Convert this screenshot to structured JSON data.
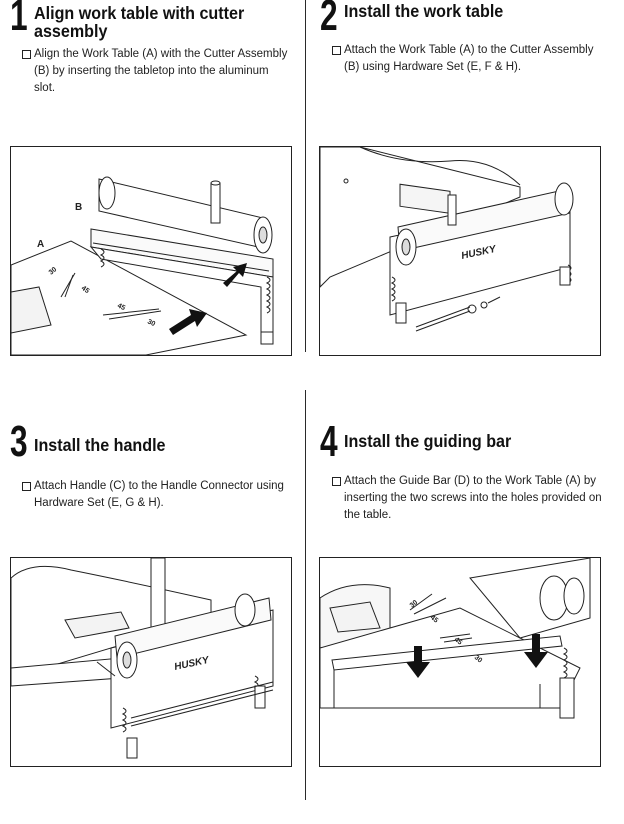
{
  "steps": [
    {
      "number": "1",
      "title": "Align work table with cutter assembly",
      "instruction": "Align the Work Table (A) with the Cutter Assembly (B) by inserting the tabletop into the aluminum slot.",
      "figure": {
        "labels": [
          "A",
          "B"
        ],
        "markings": [
          "30",
          "45",
          "45",
          "30"
        ]
      }
    },
    {
      "number": "2",
      "title": "Install the work table",
      "instruction": "Attach the Work Table (A) to the Cutter Assembly (B) using Hardware Set (E, F & H).",
      "figure": {
        "brand": "HUSKY"
      }
    },
    {
      "number": "3",
      "title": "Install the handle",
      "instruction": "Attach Handle (C) to the Handle Connector using Hardware Set (E, G & H).",
      "figure": {
        "brand": "HUSKY"
      }
    },
    {
      "number": "4",
      "title": "Install the guiding bar",
      "instruction": "Attach the Guide Bar (D) to the Work Table (A) by inserting the two screws into the holes provided on the table.",
      "figure": {
        "markings": [
          "30",
          "45",
          "45",
          "30"
        ]
      }
    }
  ]
}
